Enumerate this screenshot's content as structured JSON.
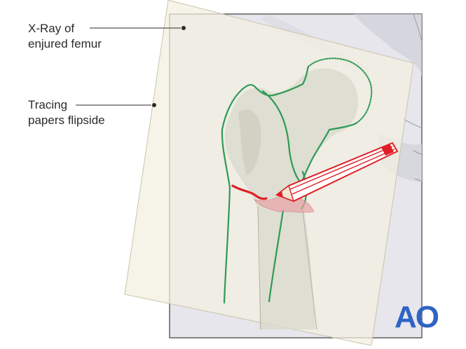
{
  "labels": {
    "xray": [
      "X-Ray of",
      "enjured femur"
    ],
    "tracing": [
      "Tracing",
      "papers flipside"
    ]
  },
  "logo": "AO",
  "colors": {
    "xray_film": "#e7e6ec",
    "tracing_paper": "#f3f0e1",
    "bone_outline": "#2e9a55",
    "fracture_line": "#e01e26",
    "pencil": "#e01e26",
    "logo": "#2f63c4"
  },
  "icons": [
    "pencil-icon",
    "ao-logo"
  ]
}
